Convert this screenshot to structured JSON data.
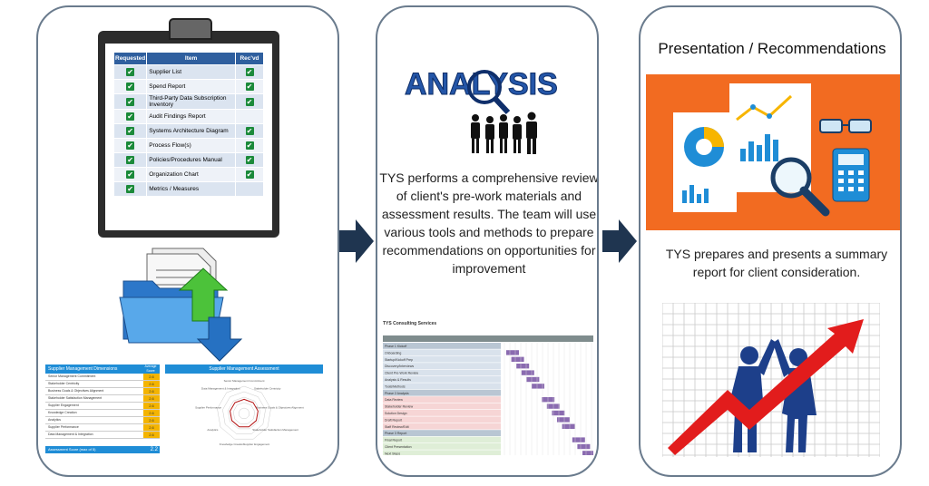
{
  "checklist": {
    "headers": [
      "Requested",
      "Item",
      "Rec'vd"
    ],
    "rows": [
      {
        "item": "Supplier List",
        "requested": true,
        "received": true
      },
      {
        "item": "Spend Report",
        "requested": true,
        "received": true
      },
      {
        "item": "Third-Party Data Subscription Inventory",
        "requested": true,
        "received": true
      },
      {
        "item": "Audit Findings Report",
        "requested": true,
        "received": false
      },
      {
        "item": "Systems Architecture Diagram",
        "requested": true,
        "received": true
      },
      {
        "item": "Process Flow(s)",
        "requested": true,
        "received": true
      },
      {
        "item": "Policies/Procedures Manual",
        "requested": true,
        "received": true
      },
      {
        "item": "Organization Chart",
        "requested": true,
        "received": true
      },
      {
        "item": "Metrics / Measures",
        "requested": true,
        "received": false
      }
    ]
  },
  "assessment": {
    "dimensions_header": "Supplier Management Dimensions",
    "score_header": "Average Score",
    "chart_title": "Supplier Management Assessment",
    "dimensions": [
      {
        "name": "Senior Management Commitment",
        "score": "2.6"
      },
      {
        "name": "Stakeholder Centricity",
        "score": "2.6"
      },
      {
        "name": "Business Goals & Objectives Alignment",
        "score": "2.6"
      },
      {
        "name": "Stakeholder Satisfaction Management",
        "score": "2.6"
      },
      {
        "name": "Supplier Engagement",
        "score": "2.6"
      },
      {
        "name": "Knowledge Creation",
        "score": "2.6"
      },
      {
        "name": "Analytics",
        "score": "2.6"
      },
      {
        "name": "Supplier Performance",
        "score": "2.6"
      },
      {
        "name": "Data Management & Integration",
        "score": "2.6"
      }
    ],
    "total_label": "Assessment Score (max of 5)",
    "total_value": "2.2"
  },
  "analysis": {
    "logo_text": "ANALYSIS",
    "description": "TYS performs a comprehensive review of client's pre-work materials and assessment results. The team will use various tools and methods to prepare recommendations on opportunities for improvement"
  },
  "gantt": {
    "company": "TYS Consulting Services",
    "rows": [
      "Phase 1 Kickoff",
      "Onboarding",
      "Startup/Kickoff Prep",
      "Discovery/Interviews",
      "Client Pre-Work Review",
      "Analysis & Results",
      "Tools/Methods",
      "Phase 2 Analysis",
      "Data Review",
      "Stakeholder Review",
      "Solution Design",
      "Draft Report",
      "Staff Review/Edit",
      "Phase 3 Report",
      "Final Report",
      "Client Presentation",
      "Next Steps"
    ]
  },
  "presentation": {
    "title": "Presentation / Recommendations",
    "description": "TYS prepares and presents a summary report for client consideration."
  },
  "colors": {
    "panel_border": "#6a7b8d",
    "arrow": "#1f3550",
    "analysis_blue": "#2456a8",
    "orange_bg": "#f26b21",
    "success_red": "#e21c1c",
    "silhouette": "#1d3f8a"
  }
}
